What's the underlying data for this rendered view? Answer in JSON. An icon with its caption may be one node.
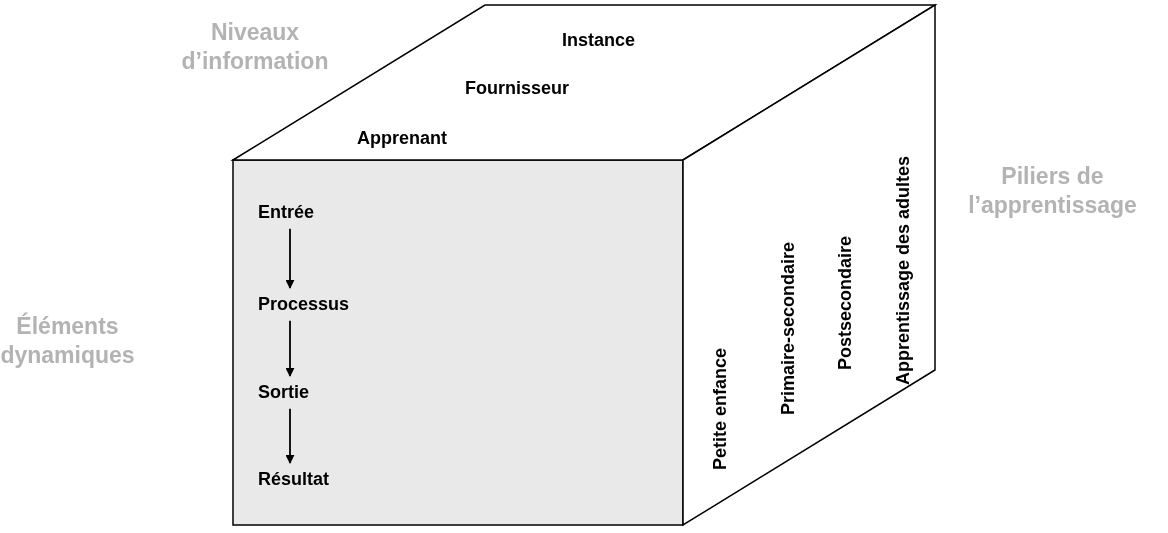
{
  "diagram": {
    "nodes": [
      {
        "text": [
          "Entrée"
        ]
      },
      {
        "text": [
          "Processus"
        ]
      },
      {
        "text": [
          "Sortie"
        ]
      },
      {
        "text": [
          "Résultat"
        ]
      }
    ],
    "edges": [
      {
        "from": 0,
        "to": 1,
        "arrow": "to"
      },
      {
        "from": 1,
        "to": 2,
        "arrow": "to"
      },
      {
        "from": 2,
        "to": 3,
        "arrow": "to"
      }
    ],
    "labels": [
      "Niveaux d’information",
      "Instance",
      "Fournisseur",
      "Apprenant",
      "Piliers de l’apprentissage",
      "Éléments dynamiques",
      "Petite enfance",
      "Primaire-secondaire",
      "Postsecondaire",
      "Apprentissage des adultes"
    ]
  }
}
